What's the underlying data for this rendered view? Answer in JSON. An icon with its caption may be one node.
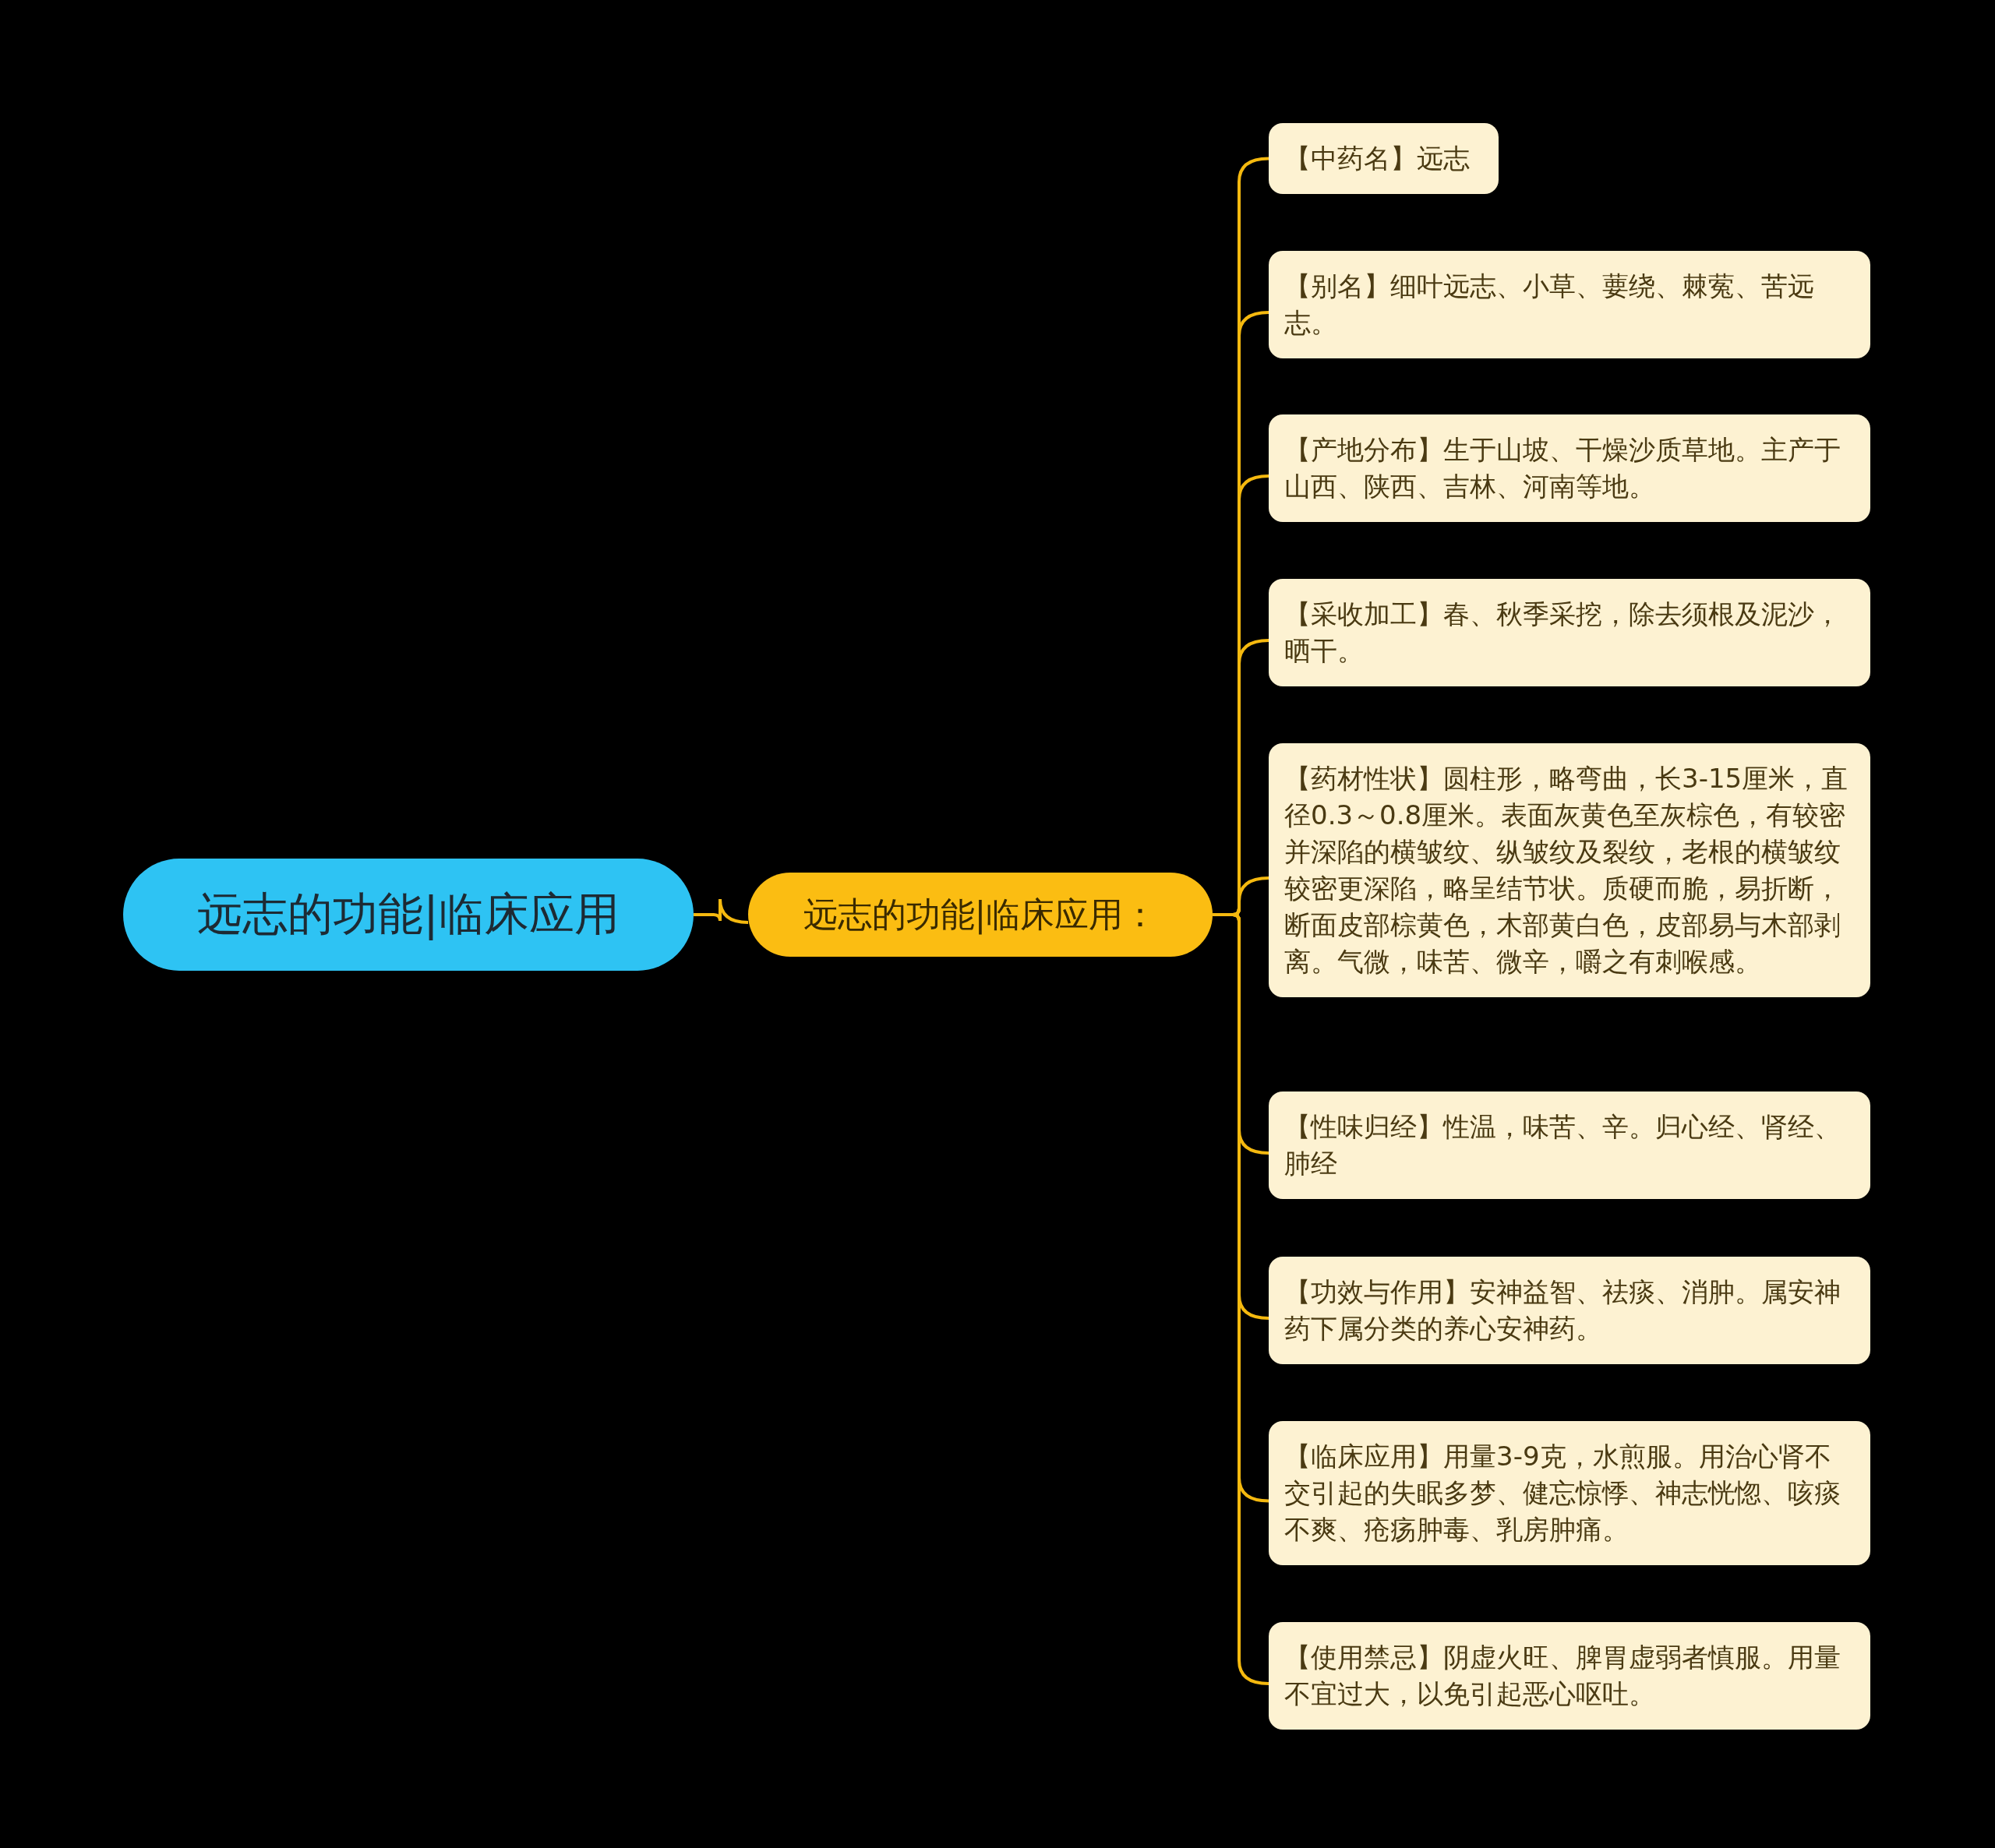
{
  "diagram": {
    "nodes": [
      {
        "text": [
          "远志的功能|临床应用"
        ]
      },
      {
        "text": [
          "远志的功能|临床应用："
        ]
      },
      {
        "text": [
          "【中药名】远志"
        ]
      },
      {
        "text": [
          "【别名】细叶远志、小草、葽绕、棘蒬、苦远志。"
        ]
      },
      {
        "text": [
          "【产地分布】生于山坡、干燥沙质草地。主产于山西、陕西、吉林、河南等地。"
        ]
      },
      {
        "text": [
          "【采收加工】春、秋季采挖，除去须根及泥沙，晒干。"
        ]
      },
      {
        "text": [
          "【药材性状】圆柱形，略弯曲，长3-15厘米，直径0.3～0.8厘米。表面灰黄色至灰棕色，有较密并深陷的横皱纹、纵皱纹及裂纹，老根的横皱纹较密更深陷，略呈结节状。质硬而脆，易折断，断面皮部棕黄色，木部黄白色，皮部易与木部剥离。气微，味苦、微辛，嚼之有刺喉感。"
        ]
      },
      {
        "text": [
          "【性味归经】性温，味苦、辛。归心经、肾经、肺经"
        ]
      },
      {
        "text": [
          "【功效与作用】安神益智、祛痰、消肿。属安神药下属分类的养心安神药。"
        ]
      },
      {
        "text": [
          "【临床应用】用量3-9克，水煎服。用治心肾不交引起的失眠多梦、健忘惊悸、神志恍惚、咳痰不爽、疮疡肿毒、乳房肿痛。"
        ]
      },
      {
        "text": [
          "【使用禁忌】阴虚火旺、脾胃虚弱者慎服。用量不宜过大，以免引起恶心呕吐。"
        ]
      }
    ],
    "edges": [
      {
        "from": 0,
        "to": 1,
        "arrow": "none"
      },
      {
        "from": 1,
        "to": 2,
        "arrow": "none"
      },
      {
        "from": 1,
        "to": 3,
        "arrow": "none"
      },
      {
        "from": 1,
        "to": 4,
        "arrow": "none"
      },
      {
        "from": 1,
        "to": 5,
        "arrow": "none"
      },
      {
        "from": 1,
        "to": 6,
        "arrow": "none"
      },
      {
        "from": 1,
        "to": 7,
        "arrow": "none"
      },
      {
        "from": 1,
        "to": 8,
        "arrow": "none"
      },
      {
        "from": 1,
        "to": 9,
        "arrow": "none"
      },
      {
        "from": 1,
        "to": 10,
        "arrow": "none"
      }
    ]
  }
}
